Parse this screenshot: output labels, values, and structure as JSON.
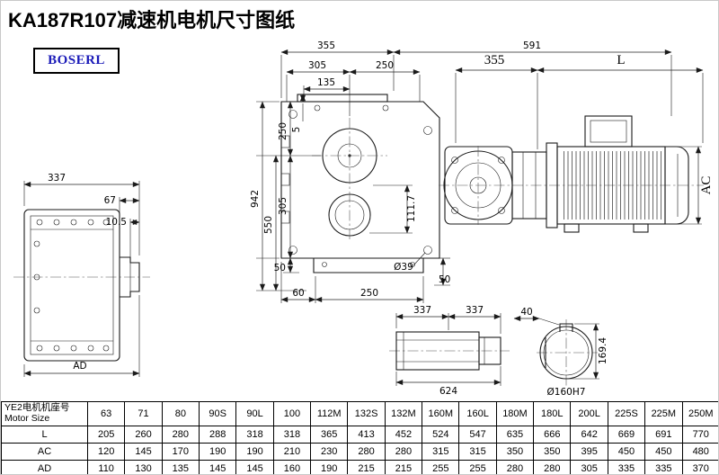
{
  "page": {
    "title": "KA187R107减速机电机尺寸图纸",
    "brand": "BOSERL"
  },
  "colors": {
    "brand_text": "#1a1ab8",
    "line": "#1a1a1a"
  },
  "drawing": {
    "side_view": {
      "width": "337",
      "hub": "67",
      "step": "10.5",
      "depth_label": "AD"
    },
    "front_view": {
      "top1": "355",
      "top2": "591",
      "mid1": "305",
      "mid2": "250",
      "inner": "135",
      "left_top": "250",
      "left_small": "5",
      "left_mid": "305",
      "left_main": "550",
      "left_total": "942",
      "right_inner": "111.7",
      "bottom_left": "50",
      "bottom_a": "60",
      "bottom_b": "250",
      "hole": "Ø39",
      "bottom_right": "50"
    },
    "motor_view": {
      "front_len": "355",
      "motor_len": "L",
      "diameter": "AC"
    },
    "shaft_view": {
      "seg1": "337",
      "seg2": "337",
      "total": "624"
    },
    "bore_view": {
      "key_width": "40",
      "height": "169.4",
      "bore": "Ø160H7"
    }
  },
  "table": {
    "header_line1": "YE2电机机座号",
    "header_line2": "Motor Size",
    "sizes": [
      "63",
      "71",
      "80",
      "90S",
      "90L",
      "100",
      "112M",
      "132S",
      "132M",
      "160M",
      "160L",
      "180M",
      "180L",
      "200L",
      "225S",
      "225M",
      "250M"
    ],
    "rows": [
      {
        "label": "L",
        "values": [
          "205",
          "260",
          "280",
          "288",
          "318",
          "318",
          "365",
          "413",
          "452",
          "524",
          "547",
          "635",
          "666",
          "642",
          "669",
          "691",
          "770"
        ]
      },
      {
        "label": "AC",
        "values": [
          "120",
          "145",
          "170",
          "190",
          "190",
          "210",
          "230",
          "280",
          "280",
          "315",
          "315",
          "350",
          "350",
          "395",
          "450",
          "450",
          "480"
        ]
      },
      {
        "label": "AD",
        "values": [
          "110",
          "130",
          "135",
          "145",
          "145",
          "160",
          "190",
          "215",
          "215",
          "255",
          "255",
          "280",
          "280",
          "305",
          "335",
          "335",
          "370"
        ]
      }
    ]
  }
}
